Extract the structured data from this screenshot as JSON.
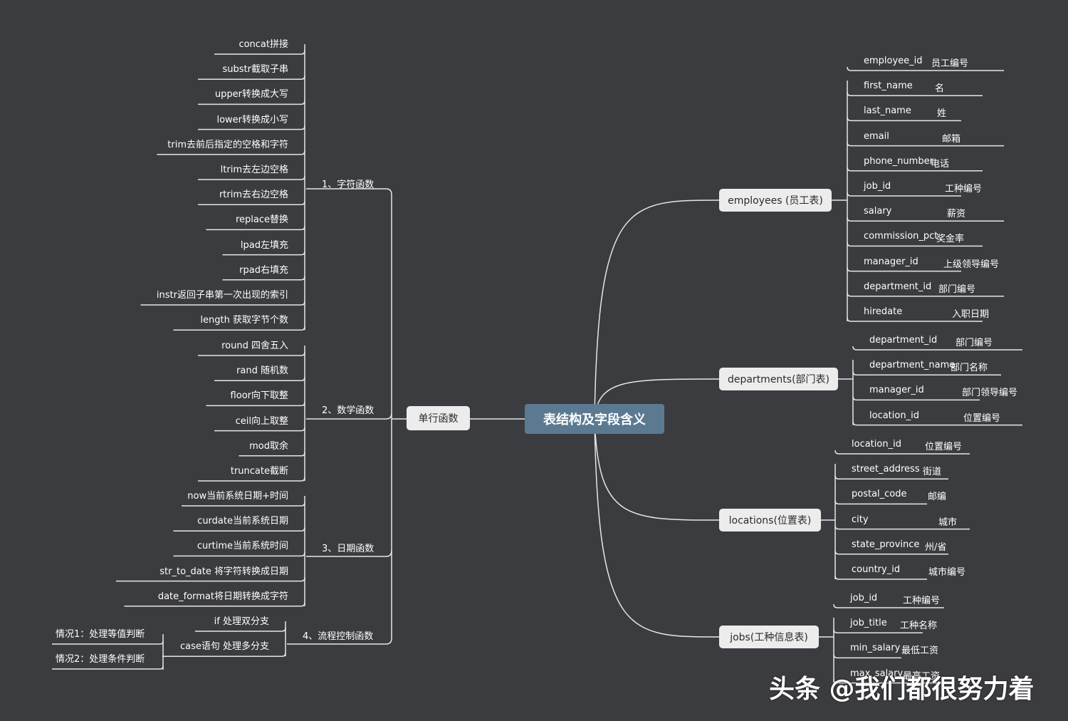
{
  "root": "表结构及字段含义",
  "left_hub": "单行函数",
  "categories": [
    {
      "key": "string",
      "label": "1、字符函数",
      "items": [
        "concat拼接",
        "substr截取子串",
        "upper转换成大写",
        "lower转换成小写",
        "trim去前后指定的空格和字符",
        "ltrim去左边空格",
        "rtrim去右边空格",
        "replace替换",
        "lpad左填充",
        "rpad右填充",
        "instr返回子串第一次出现的索引",
        "length 获取字节个数"
      ]
    },
    {
      "key": "math",
      "label": "2、数学函数",
      "items": [
        "round 四舍五入",
        "rand 随机数",
        "floor向下取整",
        "ceil向上取整",
        "mod取余",
        "truncate截断"
      ]
    },
    {
      "key": "date",
      "label": "3、日期函数",
      "items": [
        "now当前系统日期+时间",
        "curdate当前系统日期",
        "curtime当前系统时间",
        "str_to_date 将字符转换成日期",
        "date_format将日期转换成字符"
      ]
    },
    {
      "key": "flow",
      "label": "4、流程控制函数",
      "items": [
        "if 处理双分支",
        "case语句 处理多分支"
      ],
      "case_items": [
        "情况1：处理等值判断",
        "情况2：处理条件判断"
      ]
    }
  ],
  "tables": [
    {
      "label": "employees (员工表)",
      "fields": [
        [
          "employee_id",
          "员工编号"
        ],
        [
          "first_name",
          "名"
        ],
        [
          "last_name",
          "姓"
        ],
        [
          "email",
          "邮箱"
        ],
        [
          "phone_number",
          "电话"
        ],
        [
          "job_id",
          "工种编号"
        ],
        [
          "salary",
          "薪资"
        ],
        [
          "commission_pct",
          "奖金率"
        ],
        [
          "manager_id",
          "上级领导编号"
        ],
        [
          "department_id",
          "部门编号"
        ],
        [
          "hiredate",
          "入职日期"
        ]
      ]
    },
    {
      "label": "departments(部门表)",
      "fields": [
        [
          "department_id",
          "部门编号"
        ],
        [
          "department_name",
          "部门名称"
        ],
        [
          "manager_id",
          "部门领导编号"
        ],
        [
          "location_id",
          "位置编号"
        ]
      ]
    },
    {
      "label": "locations(位置表)",
      "fields": [
        [
          "location_id",
          "位置编号"
        ],
        [
          "street_address",
          "街道"
        ],
        [
          "postal_code",
          "邮编"
        ],
        [
          "city",
          "城市"
        ],
        [
          "state_province",
          "州/省"
        ],
        [
          "country_id",
          "城市编号"
        ]
      ]
    },
    {
      "label": "jobs(工种信息表)",
      "fields": [
        [
          "job_id",
          "工种编号"
        ],
        [
          "job_title",
          "工种名称"
        ],
        [
          "min_salary",
          "最低工资"
        ],
        [
          "max_salary",
          "最高工资"
        ]
      ]
    }
  ],
  "watermark": "头条 @我们都很努力着",
  "colors": {
    "background": "#3b3c3f",
    "root": "#5b7a92",
    "node": "#ececec",
    "line": "#e6e6e6"
  }
}
